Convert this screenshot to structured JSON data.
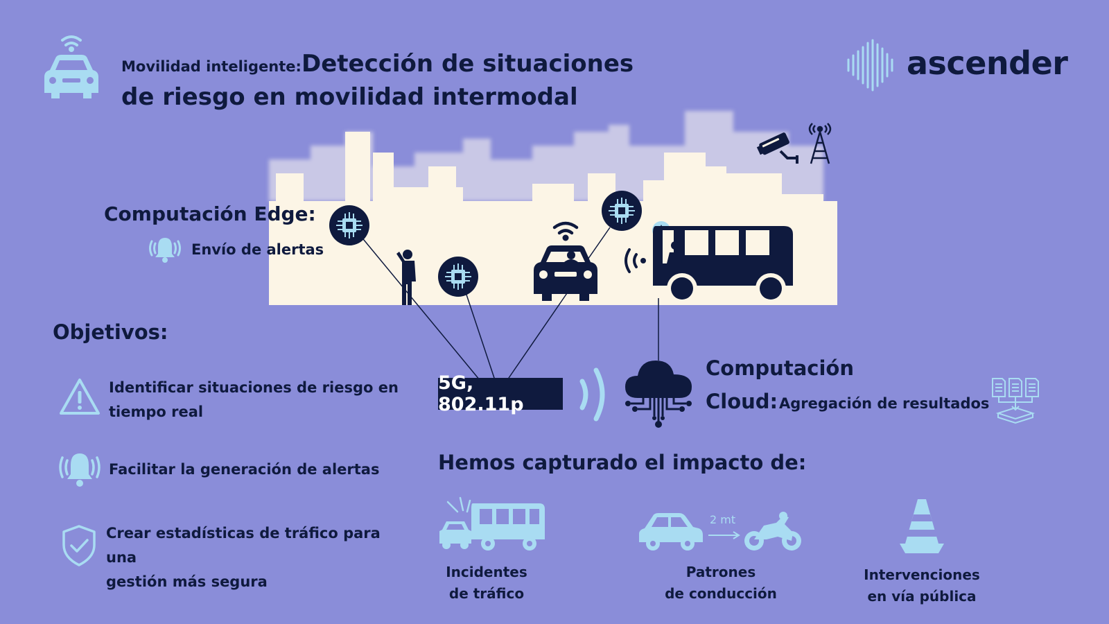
{
  "header": {
    "prefix": "Movilidad inteligente:",
    "title_line1": "Detección de situaciones",
    "title_line2": "de riesgo en movilidad intermodal"
  },
  "brand": {
    "name": "ascender"
  },
  "edge": {
    "title": "Computación Edge:",
    "subtitle": "Envío de alertas"
  },
  "objectives": {
    "title": "Objetivos:",
    "items": [
      {
        "line1": "Identificar situaciones de riesgo en",
        "line2": "tiempo real",
        "icon": "warning-icon"
      },
      {
        "line1": "Facilitar la generación de alertas",
        "line2": "",
        "icon": "bell-icon"
      },
      {
        "line1": "Crear estadísticas de tráfico para una",
        "line2": "gestión más segura",
        "icon": "shield-check-icon"
      }
    ]
  },
  "network": {
    "label": "5G, 802.11p"
  },
  "cloud": {
    "title_line1": "Computación",
    "title_line2": "Cloud:",
    "subtitle": "Agregación de resultados"
  },
  "impact": {
    "title": "Hemos capturado el impacto de:",
    "distance_label": "2 mt",
    "items": [
      {
        "line1": "Incidentes",
        "line2": "de tráfico",
        "icon": "crash-icon"
      },
      {
        "line1": "Patrones",
        "line2": "de conducción",
        "icon": "car-motorbike-icon"
      },
      {
        "line1": "Intervenciones",
        "line2": "en vía pública",
        "icon": "traffic-cone-icon"
      }
    ]
  },
  "colors": {
    "background": "#8a8dd9",
    "navy": "#0f1a3e",
    "light_blue": "#a9dcf2",
    "city": "#fcf5e6"
  }
}
